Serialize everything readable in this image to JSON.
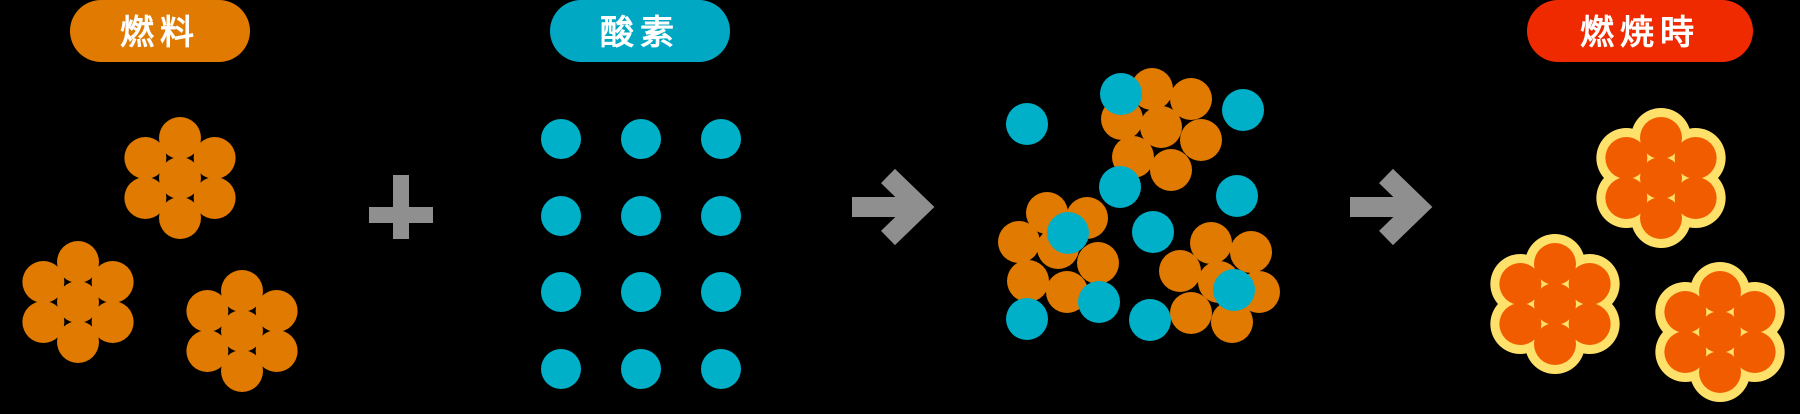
{
  "labels": {
    "fuel": "燃料",
    "oxygen": "酸素",
    "combustion": "燃焼時"
  },
  "symbols": {
    "plus": "plus-icon",
    "arrow": "arrow-right-icon"
  },
  "colors": {
    "background": "#000000",
    "fuel_label": "#E07A00",
    "oxygen_label": "#00A8C4",
    "combustion_label": "#F02A00",
    "fuel_particle": "#E07A00",
    "oxygen_particle": "#00AFC8",
    "burning_particle": "#F25C00",
    "burning_glow": "#FDE16A",
    "operator": "#8F8F8F"
  }
}
